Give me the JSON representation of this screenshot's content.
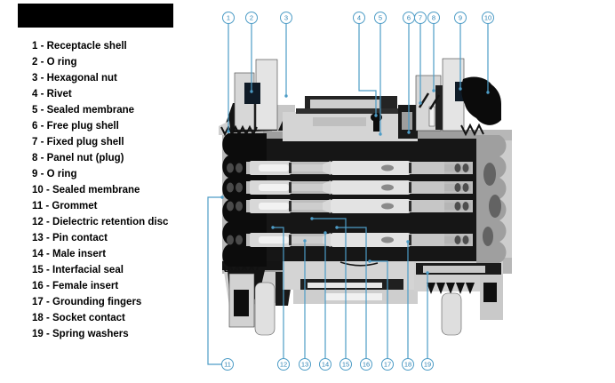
{
  "parts_list": [
    "1 - Receptacle shell",
    "2 - O ring",
    "3 - Hexagonal nut",
    "4 - Rivet",
    "5 - Sealed membrane",
    "6 - Free plug shell",
    "7 - Fixed plug shell",
    "8 - Panel nut (plug)",
    "9 - O ring",
    "10 - Sealed membrane",
    "11 - Grommet",
    "12 - Dielectric retention disc",
    "13 - Pin contact",
    "14 - Male insert",
    "15 - Interfacial seal",
    "16 - Female insert",
    "17 - Grounding fingers",
    "18 - Socket contact",
    "19 - Spring washers"
  ],
  "diagram": {
    "accent_color": "#4d9cc6",
    "callouts_top": [
      {
        "num": "1",
        "part": "Receptacle shell"
      },
      {
        "num": "2",
        "part": "O ring"
      },
      {
        "num": "3",
        "part": "Hexagonal nut"
      },
      {
        "num": "4",
        "part": "Rivet"
      },
      {
        "num": "5",
        "part": "Sealed membrane"
      },
      {
        "num": "6",
        "part": "Free plug shell"
      },
      {
        "num": "7",
        "part": "Fixed plug shell"
      },
      {
        "num": "8",
        "part": "Panel nut (plug)"
      },
      {
        "num": "9",
        "part": "O ring"
      },
      {
        "num": "10",
        "part": "Sealed membrane"
      }
    ],
    "callouts_bottom": [
      {
        "num": "11",
        "part": "Grommet"
      },
      {
        "num": "12",
        "part": "Dielectric retention disc"
      },
      {
        "num": "13",
        "part": "Pin contact"
      },
      {
        "num": "14",
        "part": "Male insert"
      },
      {
        "num": "15",
        "part": "Interfacial seal"
      },
      {
        "num": "16",
        "part": "Female insert"
      },
      {
        "num": "17",
        "part": "Grounding fingers"
      },
      {
        "num": "18",
        "part": "Socket contact"
      },
      {
        "num": "19",
        "part": "Spring washers"
      }
    ]
  }
}
